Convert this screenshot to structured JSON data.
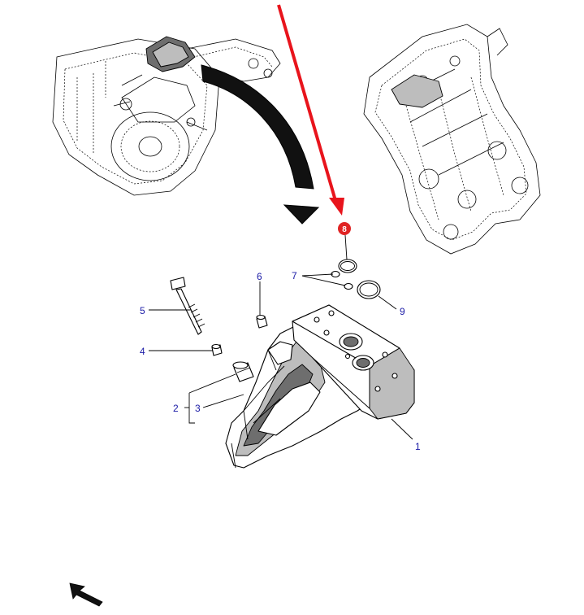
{
  "colors": {
    "callout_text": "#1a1aa6",
    "highlight_marker": "#e02424",
    "highlight_arrow": "#e8141c",
    "line": "#000000",
    "shading": "#bdbdbd"
  },
  "callouts": {
    "c1": "1",
    "c2": "2",
    "c3": "3",
    "c4": "4",
    "c5": "5",
    "c6": "6",
    "c7": "7",
    "c8": "8",
    "c9": "9"
  },
  "icons": {
    "highlight_arrow": "red-pointer-arrow-icon",
    "orientation_arrow": "orientation-arrow-icon",
    "transfer_arrow": "curved-transfer-arrow-icon"
  }
}
